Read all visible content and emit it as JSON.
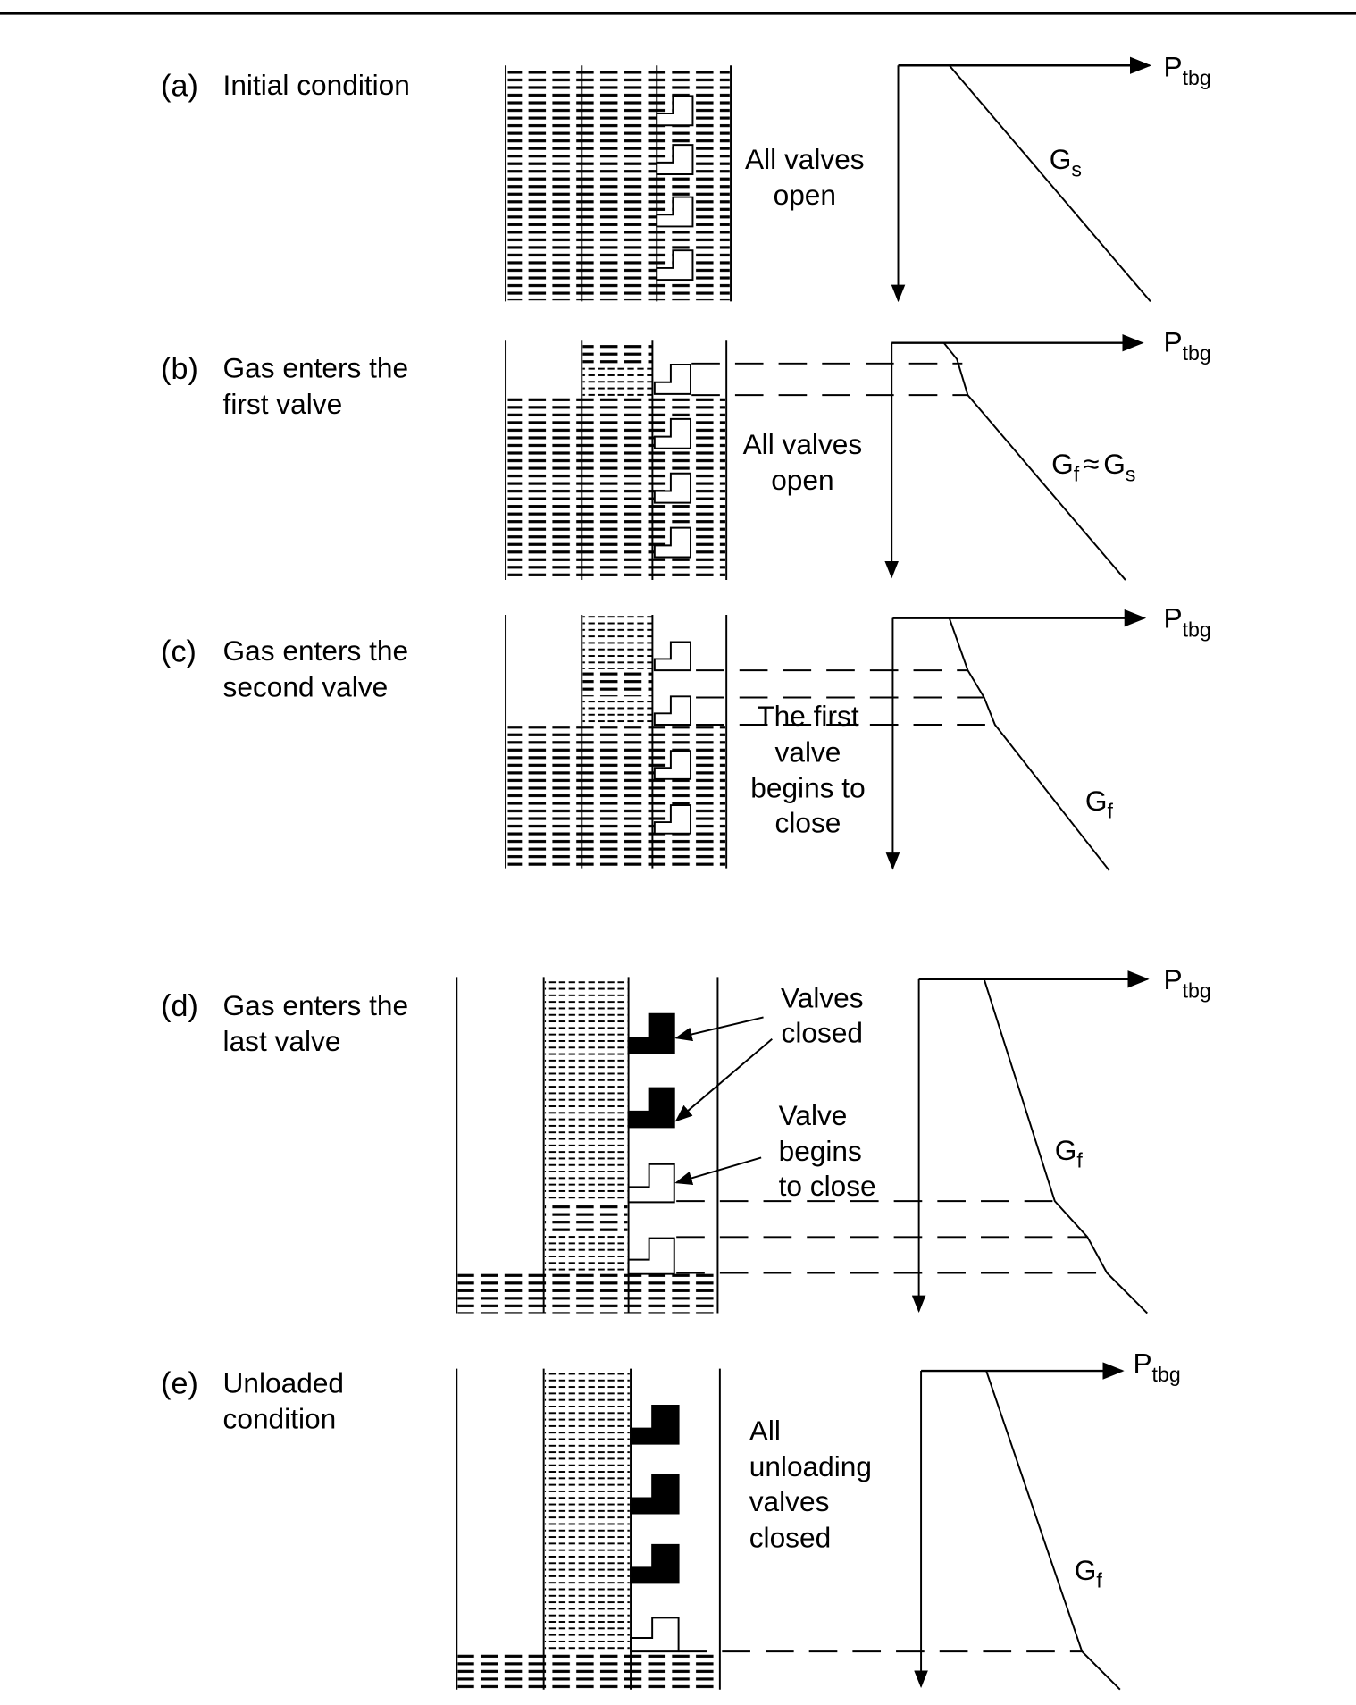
{
  "colors": {
    "ink": "#000000",
    "background": "#ffffff"
  },
  "axis_label": {
    "main": "P",
    "sub": "tbg"
  },
  "panels": [
    {
      "letter": "(a)",
      "title": [
        "Initial condition"
      ],
      "note": [
        "All valves",
        "open"
      ],
      "gradient": {
        "main": "G",
        "sub": "s"
      }
    },
    {
      "letter": "(b)",
      "title": [
        "Gas enters the",
        "first valve"
      ],
      "note": [
        "All valves",
        "open"
      ],
      "gradient": {
        "main": "G",
        "sub": "f",
        "approx": "≈",
        "main2": "G",
        "sub2": "s"
      }
    },
    {
      "letter": "(c)",
      "title": [
        "Gas enters the",
        "second valve"
      ],
      "note": [
        "The first",
        "valve",
        "begins to",
        "close"
      ],
      "gradient": {
        "main": "G",
        "sub": "f"
      }
    },
    {
      "letter": "(d)",
      "title": [
        "Gas enters the",
        "last valve"
      ],
      "note": [
        "Valves",
        "closed"
      ],
      "note2": [
        "Valve",
        "begins",
        "to close"
      ],
      "gradient": {
        "main": "G",
        "sub": "f"
      }
    },
    {
      "letter": "(e)",
      "title": [
        "Unloaded",
        "condition"
      ],
      "note": [
        "All",
        "unloading",
        "valves",
        "closed"
      ],
      "gradient": {
        "main": "G",
        "sub": "f"
      }
    }
  ]
}
